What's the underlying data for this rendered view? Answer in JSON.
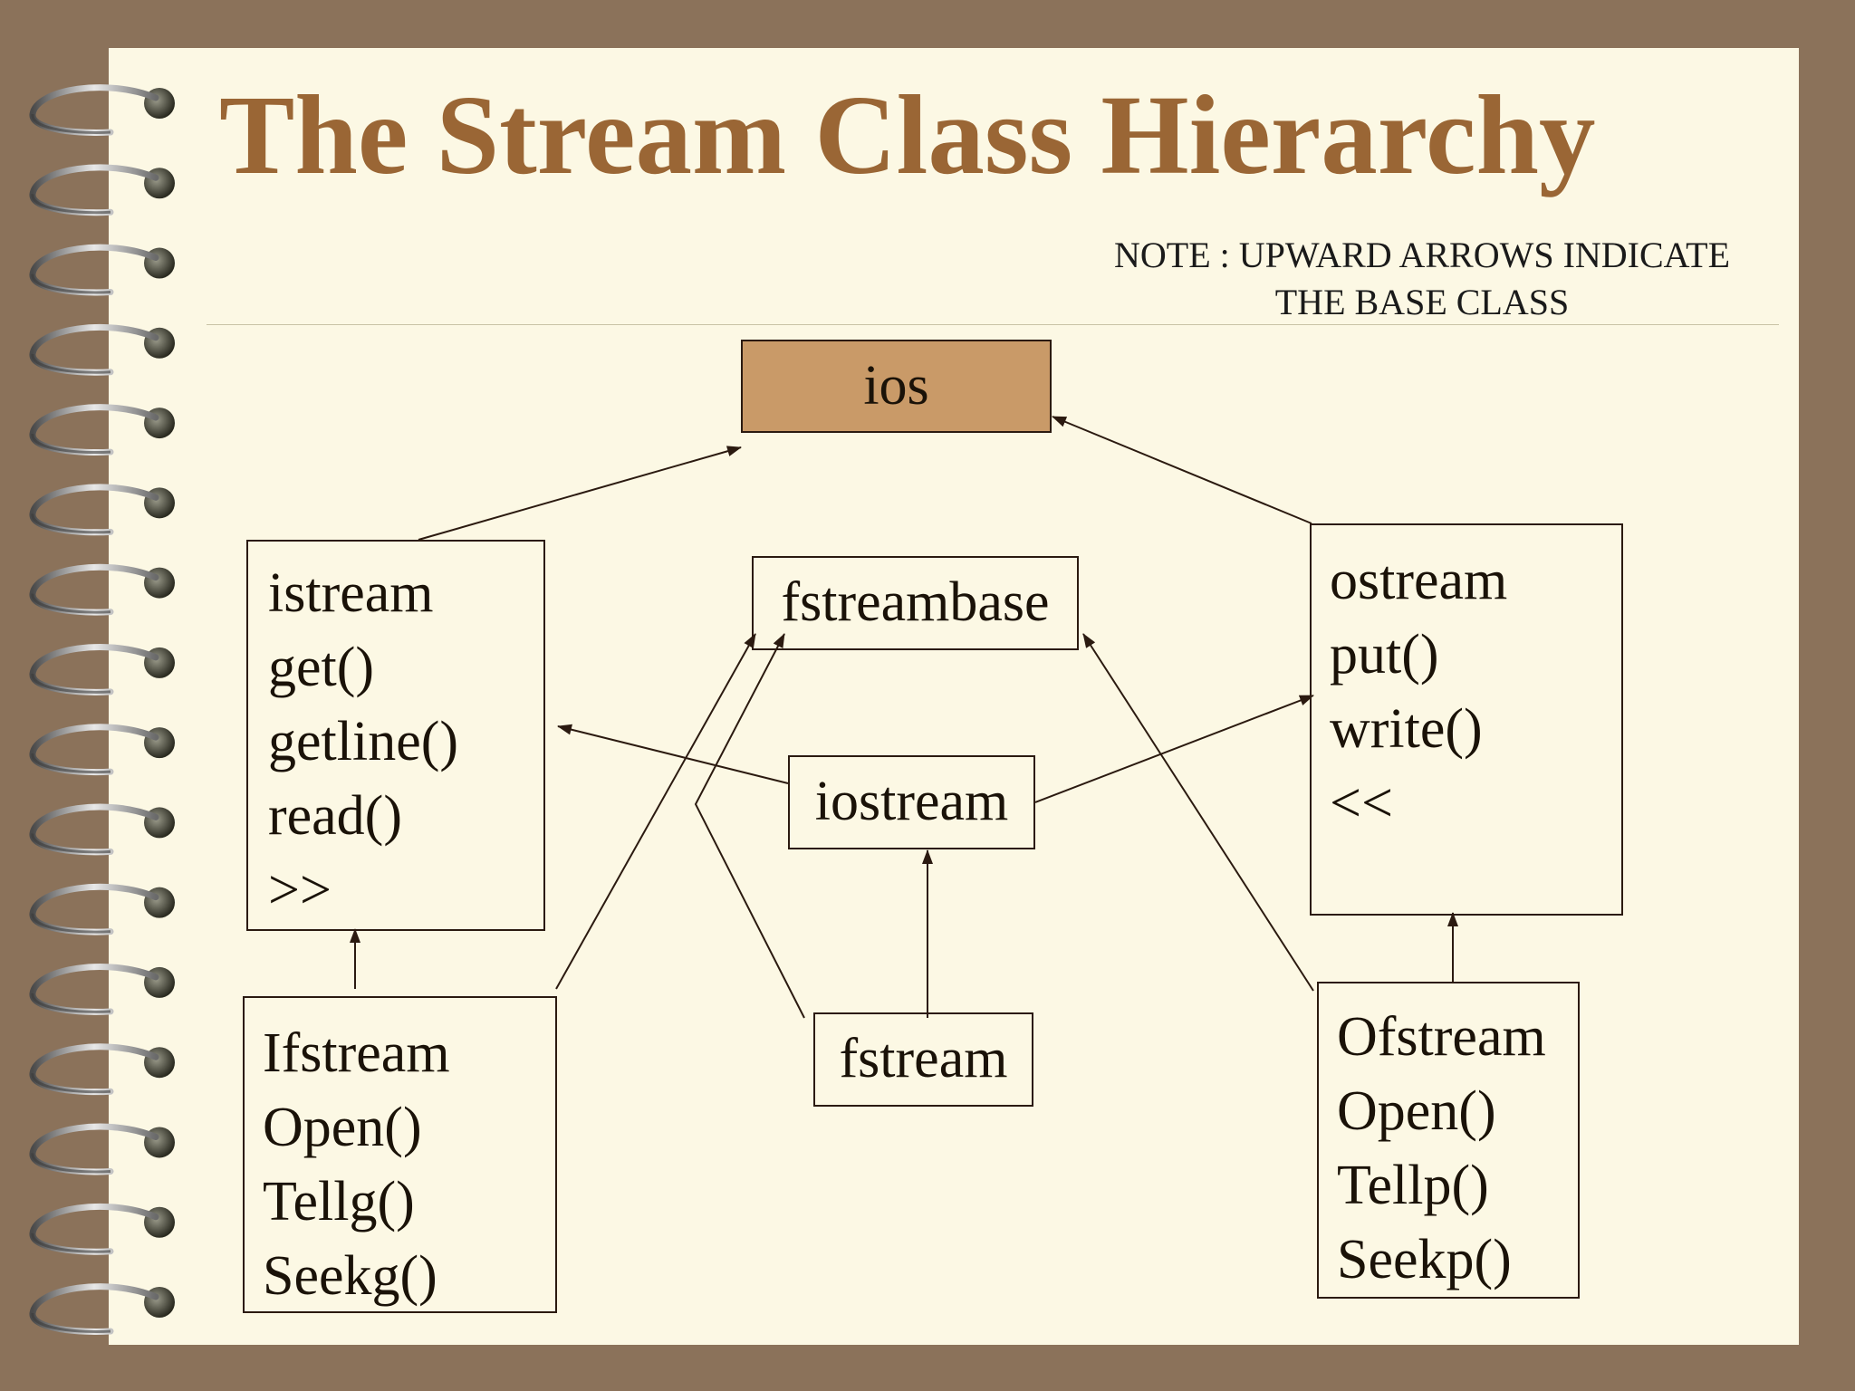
{
  "title": "The Stream Class Hierarchy",
  "note": {
    "line1": "NOTE : UPWARD ARROWS INDICATE",
    "line2": "THE BASE CLASS"
  },
  "nodes": {
    "ios": {
      "lines": [
        "ios"
      ]
    },
    "istream": {
      "lines": [
        "istream",
        "get()",
        "getline()",
        "read()",
        ">>"
      ]
    },
    "fstreambase": {
      "lines": [
        "fstreambase"
      ]
    },
    "ostream": {
      "lines": [
        "ostream",
        "put()",
        "write()",
        "<<"
      ]
    },
    "iostream": {
      "lines": [
        "iostream"
      ]
    },
    "ifstream": {
      "lines": [
        "Ifstream",
        "Open()",
        "Tellg()",
        "Seekg()"
      ]
    },
    "fstream": {
      "lines": [
        "fstream"
      ]
    },
    "ofstream": {
      "lines": [
        "Ofstream",
        "Open()",
        "Tellp()",
        "Seekp()"
      ]
    }
  },
  "colors": {
    "title": "#9a6635",
    "ios_fill": "#c99a68",
    "page": "#fcf8e4",
    "frame": "#8b725a",
    "lines": "#2b1a10"
  },
  "icons": [
    "spiral-binding-coil-icon"
  ]
}
